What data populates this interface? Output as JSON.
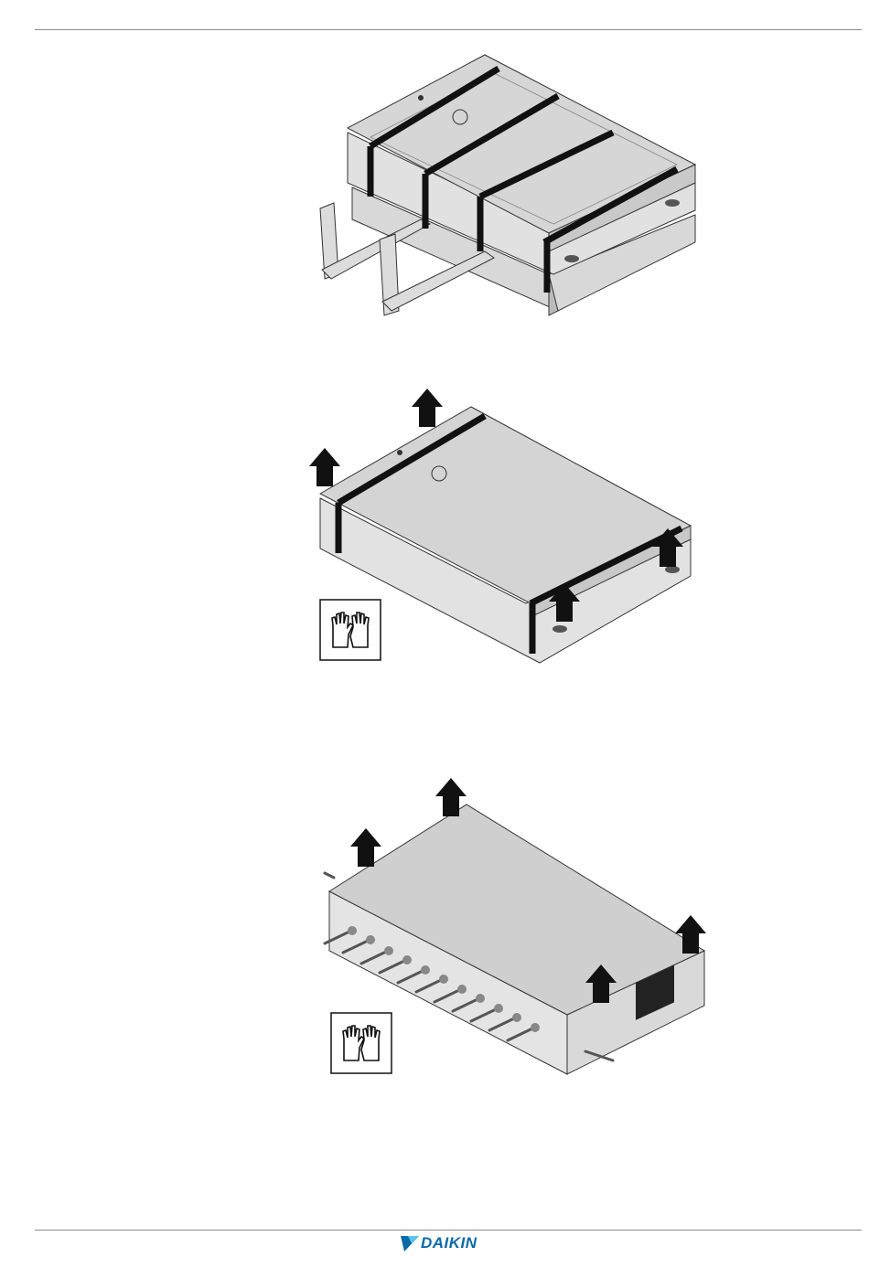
{
  "footer": {
    "brand": "DAIKIN",
    "brand_color": "#0a6aa8"
  },
  "figures": [
    {
      "name": "packaged-unit-on-pallet-with-forklift",
      "icons": [
        "pallet-icon",
        "forklift-fork-icon",
        "strap-icon"
      ]
    },
    {
      "name": "remove-top-packaging",
      "icons": [
        "up-arrow-icon",
        "gloves-icon"
      ]
    },
    {
      "name": "lift-unit-off-base",
      "icons": [
        "up-arrow-icon",
        "gloves-icon"
      ]
    }
  ]
}
